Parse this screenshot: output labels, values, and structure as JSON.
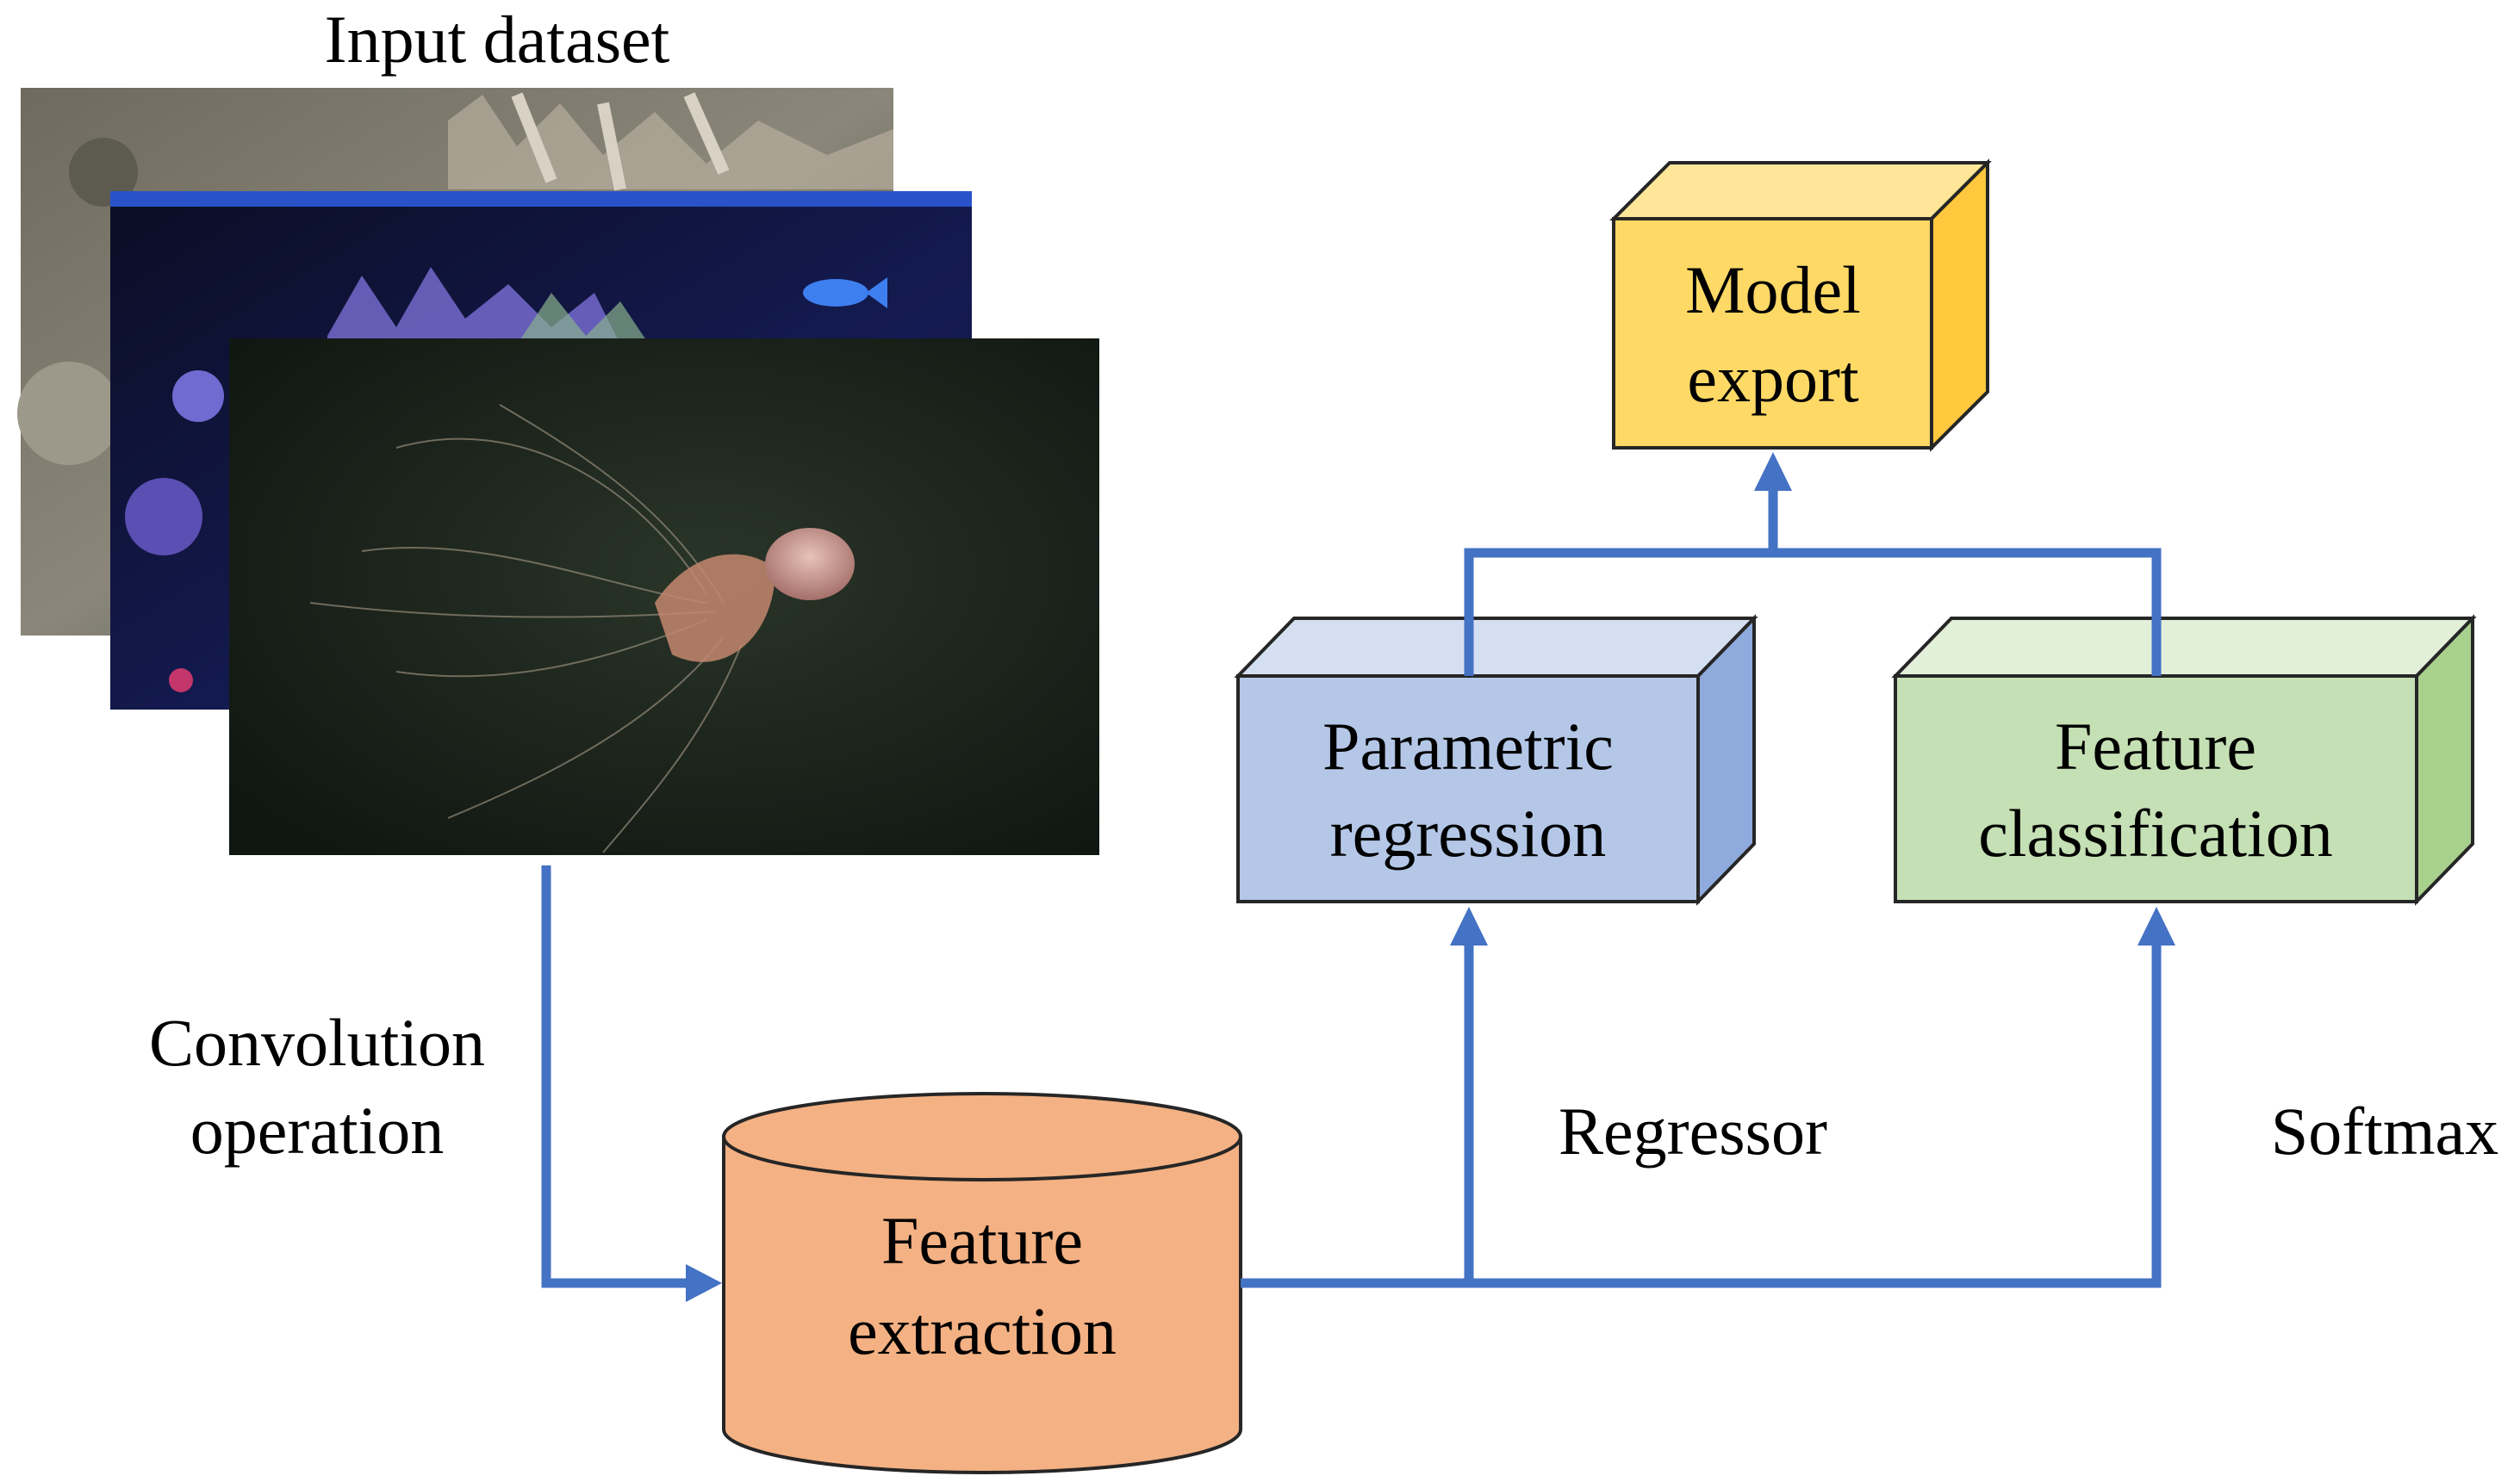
{
  "title": "Input dataset",
  "labels": {
    "convolution": [
      "Convolution",
      "operation"
    ],
    "regressor": "Regressor",
    "softmax": "Softmax"
  },
  "nodes": {
    "feature_extraction": {
      "lines": [
        "Feature",
        "extraction"
      ],
      "shape": "cylinder",
      "fill": "#f4b183"
    },
    "parametric_regression": {
      "lines": [
        "Parametric",
        "regression"
      ],
      "shape": "cube",
      "fill": "#b4c7e7",
      "top": "#d5dff2",
      "side": "#8faadc"
    },
    "feature_classification": {
      "lines": [
        "Feature",
        "classification"
      ],
      "shape": "cube",
      "fill": "#c5e0b4",
      "top": "#e2efd9",
      "side": "#a9d18e"
    },
    "model_export": {
      "lines": [
        "Model",
        "export"
      ],
      "shape": "cube",
      "fill": "#ffd966",
      "top": "#ffe699",
      "side": "#ffc83d"
    }
  },
  "colors": {
    "arrow": "#4472c4",
    "outline": "#262626"
  },
  "images": [
    {
      "name": "coral-reef-photo"
    },
    {
      "name": "aquarium-photo"
    },
    {
      "name": "jellyfish-photo"
    }
  ]
}
